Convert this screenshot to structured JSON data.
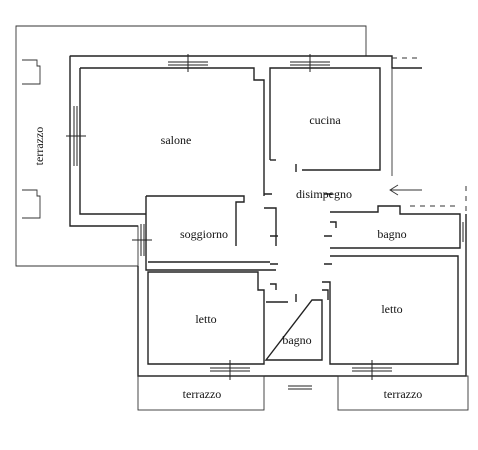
{
  "rooms": {
    "terrazzo_left": "terrazzo",
    "salone": "salone",
    "cucina": "cucina",
    "disimpegno": "disimpegno",
    "soggiorno": "soggiorno",
    "bagno_right": "bagno",
    "letto_left": "letto",
    "bagno_center": "bagno",
    "letto_right": "letto",
    "terrazzo_bottom_left": "terrazzo",
    "terrazzo_bottom_right": "terrazzo"
  }
}
